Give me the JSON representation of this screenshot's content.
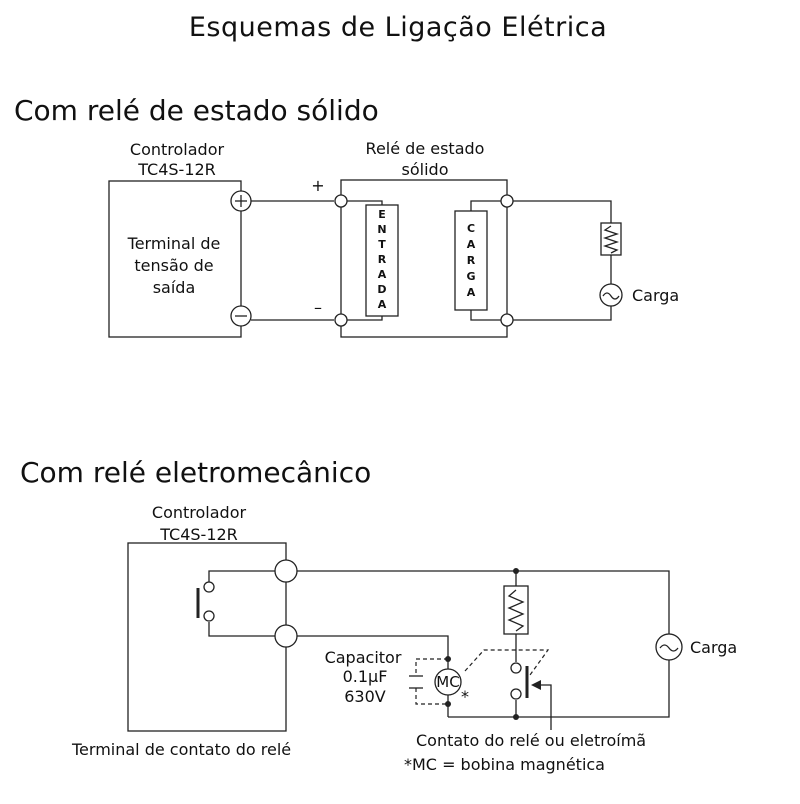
{
  "title": "Esquemas de Ligação Elétrica",
  "ssr": {
    "heading": "Com relé de estado sólido",
    "controller_line1": "Controlador",
    "controller_line2": "TC4S-12R",
    "terminal_line1": "Terminal de",
    "terminal_line2": "tensão de",
    "terminal_line3": "saída",
    "plus": "+",
    "minus": "–",
    "relay_line1": "Relé de estado",
    "relay_line2": "sólido",
    "input_letters": [
      "E",
      "N",
      "T",
      "R",
      "A",
      "D",
      "A"
    ],
    "load_letters": [
      "C",
      "A",
      "R",
      "G",
      "A"
    ],
    "load_label": "Carga"
  },
  "emr": {
    "heading": "Com relé eletromecânico",
    "controller_line1": "Controlador",
    "controller_line2": "TC4S-12R",
    "capacitor_label": "Capacitor",
    "capacitor_value": "0.1μF",
    "capacitor_voltage": "630V",
    "mc_label": "MC",
    "asterisk": "*",
    "load_label": "Carga",
    "contact_terminal_label": "Terminal de contato do relé",
    "relay_contact_label": "Contato do relé ou eletroímã",
    "mc_note": "*MC = bobina magnética"
  }
}
